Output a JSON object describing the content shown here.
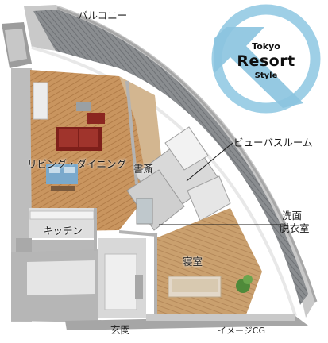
{
  "labels": {
    "balcony": "バルコニー",
    "view_bath": "ビューバスルーム",
    "living_dining": "リビング・ダイニング",
    "study": "書斎",
    "washroom_line1": "洗面",
    "washroom_line2": "脱衣室",
    "kitchen": "キッチン",
    "bedroom": "寝室",
    "entrance": "玄関",
    "image_note": "イメージCG"
  },
  "badge": {
    "line1": "Tokyo",
    "line2": "Resort",
    "line3": "Style",
    "ring_color": "#9ecfe6",
    "arrow_color": "#8cc4df"
  }
}
